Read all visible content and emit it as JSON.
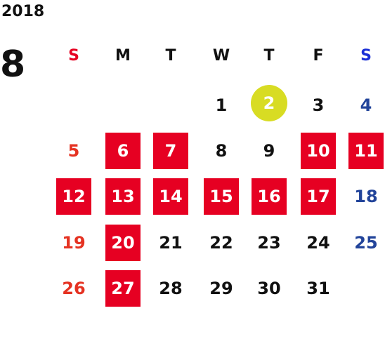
{
  "calendar": {
    "year": "2018",
    "month": "8",
    "weekdays": [
      "S",
      "M",
      "T",
      "W",
      "T",
      "F",
      "S"
    ],
    "weeks": [
      [
        "",
        "",
        "",
        "1",
        "2",
        "3",
        "4"
      ],
      [
        "5",
        "6",
        "7",
        "8",
        "9",
        "10",
        "11"
      ],
      [
        "12",
        "13",
        "14",
        "15",
        "16",
        "17",
        "18"
      ],
      [
        "19",
        "20",
        "21",
        "22",
        "23",
        "24",
        "25"
      ],
      [
        "26",
        "27",
        "28",
        "29",
        "30",
        "31",
        ""
      ]
    ],
    "highlighted_days": [
      "6",
      "7",
      "10",
      "11",
      "12",
      "13",
      "14",
      "15",
      "16",
      "17",
      "20",
      "27"
    ],
    "today": "2",
    "colors": {
      "highlight_bg": "#e60022",
      "today_bg": "#d8dc23",
      "sunday": "#e53222",
      "saturday": "#22449a",
      "sunday_header": "#e60022",
      "saturday_header": "#1a2fd6"
    }
  }
}
